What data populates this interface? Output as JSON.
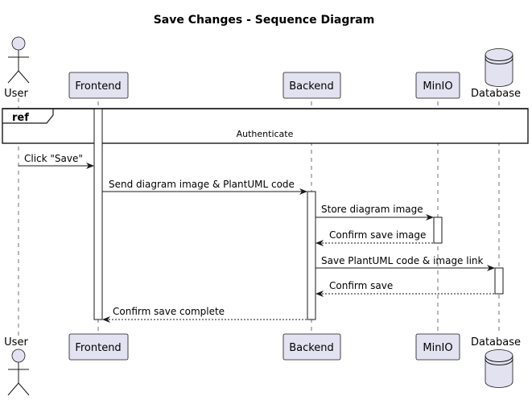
{
  "title": "Save Changes - Sequence Diagram",
  "participants": [
    {
      "id": "user",
      "label": "User",
      "kind": "actor"
    },
    {
      "id": "frontend",
      "label": "Frontend",
      "kind": "participant"
    },
    {
      "id": "backend",
      "label": "Backend",
      "kind": "participant"
    },
    {
      "id": "minio",
      "label": "MinIO",
      "kind": "participant"
    },
    {
      "id": "database",
      "label": "Database",
      "kind": "database"
    }
  ],
  "ref": {
    "tag": "ref",
    "label": "Authenticate"
  },
  "messages": [
    {
      "label": "Click \"Save\"",
      "from": "user",
      "to": "frontend",
      "style": "solid"
    },
    {
      "label": "Send diagram image & PlantUML code",
      "from": "frontend",
      "to": "backend",
      "style": "solid"
    },
    {
      "label": "Store diagram image",
      "from": "backend",
      "to": "minio",
      "style": "solid"
    },
    {
      "label": "Confirm save image",
      "from": "minio",
      "to": "backend",
      "style": "dashed"
    },
    {
      "label": "Save PlantUML code & image link",
      "from": "backend",
      "to": "database",
      "style": "solid"
    },
    {
      "label": "Confirm save",
      "from": "database",
      "to": "backend",
      "style": "dashed"
    },
    {
      "label": "Confirm save complete",
      "from": "backend",
      "to": "frontend",
      "style": "dashed"
    }
  ]
}
